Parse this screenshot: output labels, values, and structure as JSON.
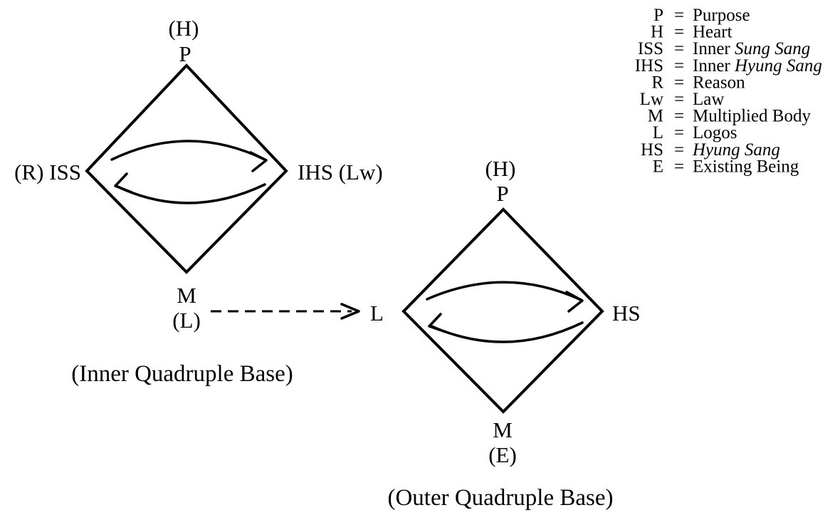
{
  "inner_base": {
    "caption": "(Inner Quadruple Base)",
    "top_paren": "(H)",
    "top": "P",
    "left": "(R) ISS",
    "right": "IHS (Lw)",
    "bottom": "M",
    "bottom_paren": "(L)"
  },
  "outer_base": {
    "caption": "(Outer Quadruple Base)",
    "top_paren": "(H)",
    "top": "P",
    "left": "L",
    "right": "HS",
    "bottom": "M",
    "bottom_paren": "(E)"
  },
  "legend": [
    {
      "key": "P",
      "eq": "=",
      "value": "Purpose",
      "italic": false
    },
    {
      "key": "H",
      "eq": "=",
      "value": "Heart",
      "italic": false
    },
    {
      "key": "ISS",
      "eq": "=",
      "value_prefix": "Inner ",
      "value": "Sung Sang",
      "italic": true
    },
    {
      "key": "IHS",
      "eq": "=",
      "value_prefix": "Inner ",
      "value": "Hyung Sang",
      "italic": true
    },
    {
      "key": "R",
      "eq": "=",
      "value": "Reason",
      "italic": false
    },
    {
      "key": "Lw",
      "eq": "=",
      "value": "Law",
      "italic": false
    },
    {
      "key": "M",
      "eq": "=",
      "value": "Multiplied Body",
      "italic": false
    },
    {
      "key": "L",
      "eq": "=",
      "value": "Logos",
      "italic": false
    },
    {
      "key": "HS",
      "eq": "=",
      "value": "Hyung Sang",
      "italic": true
    },
    {
      "key": "E",
      "eq": "=",
      "value": "Existing Being",
      "italic": false
    }
  ]
}
